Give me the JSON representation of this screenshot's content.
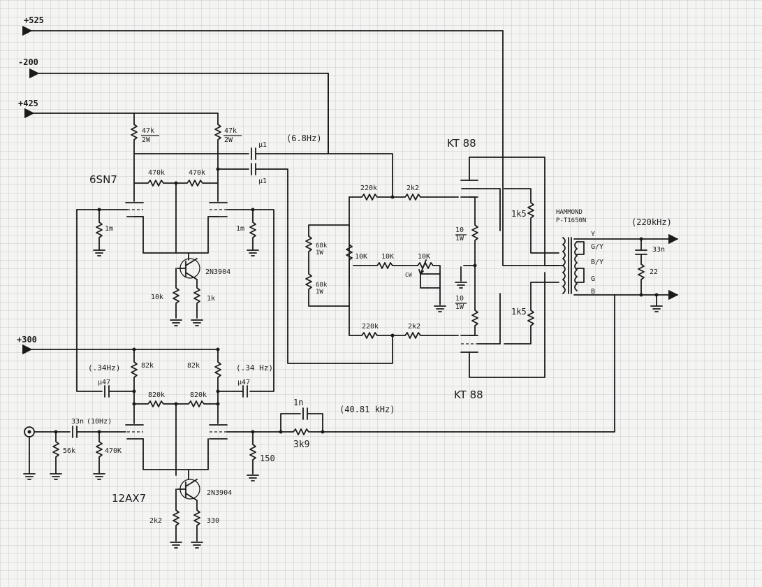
{
  "rails": {
    "p525": "+525",
    "m200": "-200",
    "p425": "+425",
    "p300": "+300"
  },
  "tubes": {
    "driver": "6SN7",
    "input": "12AX7",
    "output_top": "KT 88",
    "output_bottom": "KT 88"
  },
  "transistors": {
    "driver_ccs": "2N3904",
    "input_ccs": "2N3904"
  },
  "transformer": {
    "brand": "HAMMOND",
    "model": "P-T1650N",
    "taps": [
      "Y",
      "G/Y",
      "B/Y",
      "G",
      "B"
    ]
  },
  "notes": {
    "f_coupling": "(6.8Hz)",
    "f_zobel": "(220kHz)",
    "f_fb_left": "(.34Hz)",
    "f_fb_right": "(.34 Hz)",
    "f_input": "(10Hz)",
    "f_feedback": "(40.81 kHz)"
  },
  "components": {
    "r_plate_l": "47k",
    "r_plate_l_w": "2W",
    "r_plate_r": "47k",
    "r_plate_r_w": "2W",
    "c_coup_top": "μ1",
    "c_coup_bot": "μ1",
    "r_470k_a": "470k",
    "r_470k_b": "470k",
    "r_1m_l": "1m",
    "r_1m_r": "1m",
    "r_10k_d": "10k",
    "r_1k_d": "1k",
    "r_68k_a": "68k",
    "r_68k_a_w": "1W",
    "r_68k_b": "68k",
    "r_68k_b_w": "1W",
    "r_220k_top": "220k",
    "r_2k2_top": "2k2",
    "r_10k_pot1": "10K",
    "r_10k_mid": "10K",
    "r_10k_pot2": "10K",
    "pot_cw": "CW",
    "r_10_top": "10",
    "r_10_top_w": "1W",
    "r_10_bot": "10",
    "r_10_bot_w": "1W",
    "r_220k_bot": "220k",
    "r_2k2_bot": "2k2",
    "r_1k5_top": "1k5",
    "r_1k5_bot": "1k5",
    "c_zobel": "33n",
    "r_zobel": "22",
    "r_82k_l": "82k",
    "r_82k_r": "82k",
    "c_fb_l": "μ47",
    "c_fb_r": "μ47",
    "r_820k_a": "820k",
    "r_820k_b": "820k",
    "c_in": "33n",
    "r_56k": "56k",
    "r_470k_in": "470K",
    "c_fb": "1n",
    "r_fb": "3k9",
    "r_150": "150",
    "r_2k2_e": "2k2",
    "r_330": "330"
  }
}
